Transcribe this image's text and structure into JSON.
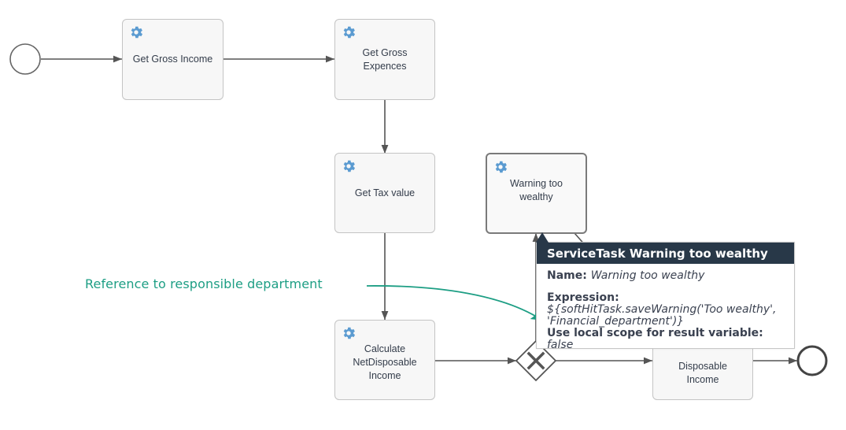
{
  "diagram": {
    "type": "BPMN process",
    "start_event": {
      "label": ""
    },
    "end_event": {
      "label": ""
    },
    "tasks": [
      {
        "id": "get-gross-income",
        "label": "Get Gross Income",
        "icon": "gear-icon",
        "task_type": "ServiceTask"
      },
      {
        "id": "get-gross-expences",
        "label": "Get Gross\nExpences",
        "icon": "gear-icon",
        "task_type": "ServiceTask"
      },
      {
        "id": "get-tax-value",
        "label": "Get Tax value",
        "icon": "gear-icon",
        "task_type": "ServiceTask"
      },
      {
        "id": "warning-too-wealthy",
        "label": "Warning too\nwealthy",
        "icon": "gear-icon",
        "task_type": "ServiceTask",
        "selected": true
      },
      {
        "id": "calculate-net-disposable-income",
        "label": "Calculate\nNetDisposable\nIncome",
        "icon": "gear-icon",
        "task_type": "ServiceTask"
      },
      {
        "id": "save-disposable-income",
        "label": "Disposable\nIncome",
        "icon": "gear-icon",
        "task_type": "ServiceTask",
        "partially_hidden": true
      }
    ],
    "gateway": {
      "type": "exclusive",
      "icon": "gateway-x-icon"
    },
    "flows": [
      [
        "start",
        "get-gross-income"
      ],
      [
        "get-gross-income",
        "get-gross-expences"
      ],
      [
        "get-gross-expences",
        "get-tax-value"
      ],
      [
        "get-tax-value",
        "calculate-net-disposable-income"
      ],
      [
        "calculate-net-disposable-income",
        "gateway"
      ],
      [
        "gateway",
        "warning-too-wealthy"
      ],
      [
        "gateway",
        "save-disposable-income"
      ],
      [
        "warning-too-wealthy",
        "save-disposable-income"
      ],
      [
        "save-disposable-income",
        "end"
      ]
    ]
  },
  "annotation": {
    "text": "Reference to responsible department",
    "color": "#1d9e84"
  },
  "tooltip": {
    "title": "ServiceTask Warning too wealthy",
    "name_key": "Name",
    "name_value": "Warning too wealthy",
    "expression_key": "Expression",
    "expression_line1": "${softHitTask.saveWarning('Too wealthy',",
    "expression_line2": "'Financial_department')}",
    "scope_key": "Use local scope for result variable",
    "scope_value": "false",
    "header_color": "#283848"
  },
  "colors": {
    "gear_icon": "#5b9bd1",
    "task_fill": "#f7f7f7",
    "flow_line": "#555555",
    "annotation": "#1d9e84"
  }
}
